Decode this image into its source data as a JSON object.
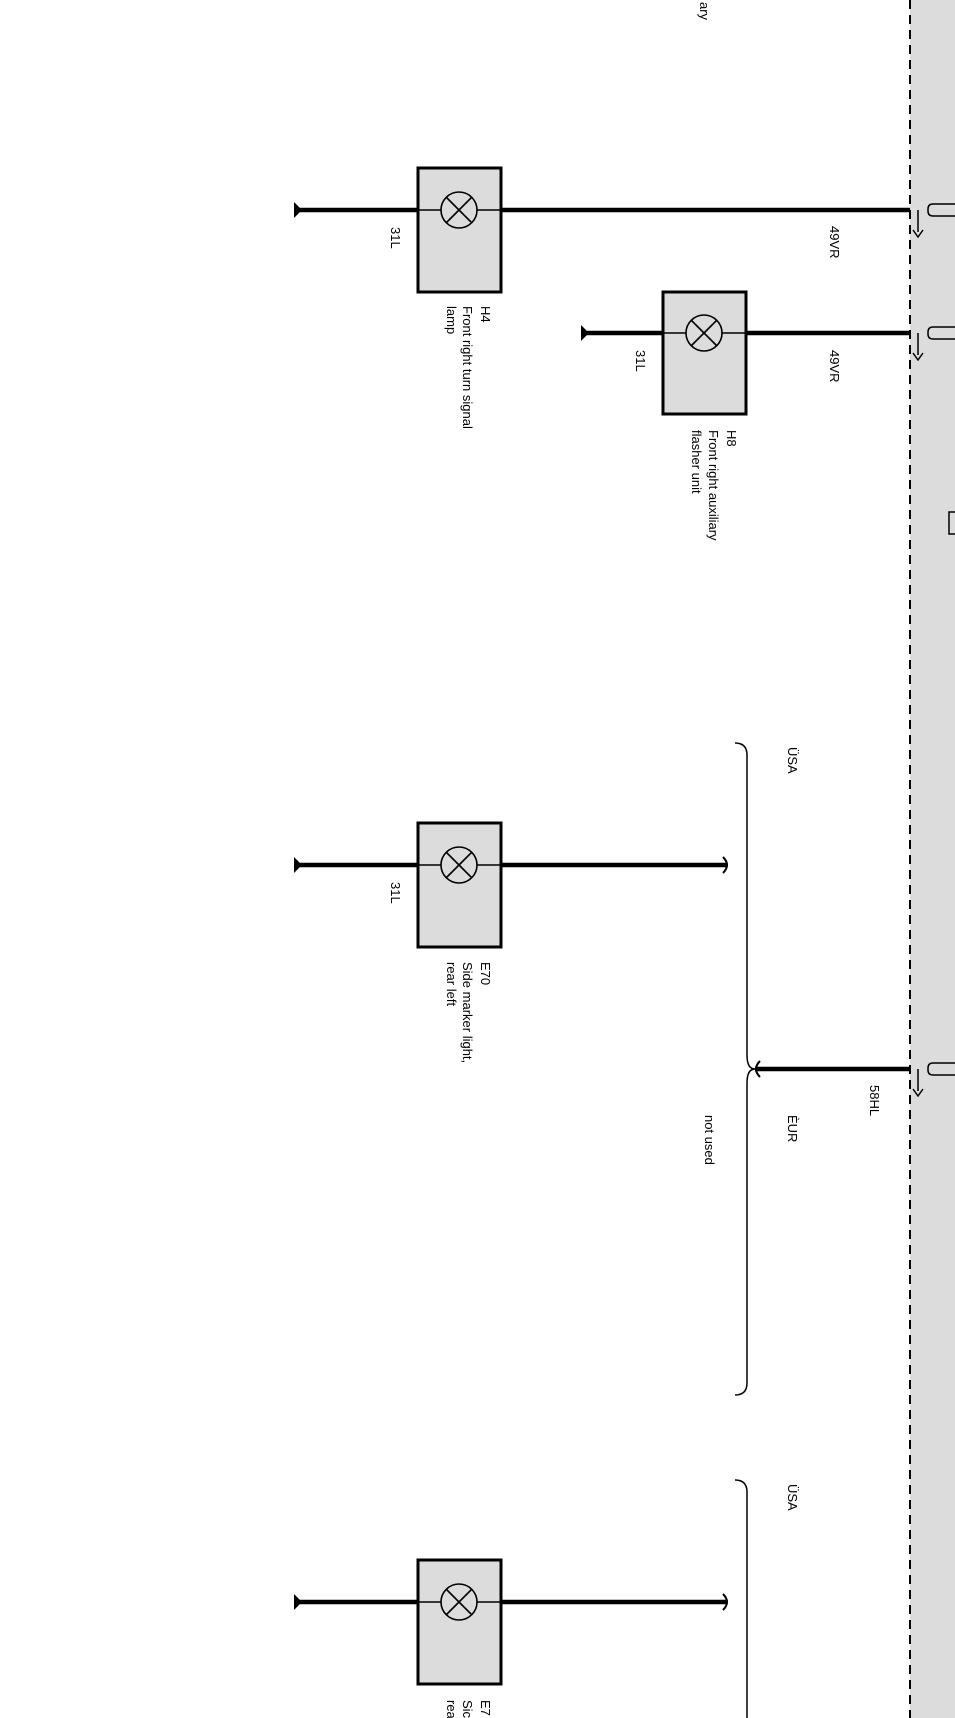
{
  "edge_text": "ary",
  "components": [
    {
      "id": "H4",
      "name": "H4",
      "desc_line1": "Front right turn signal",
      "desc_line2": "lamp",
      "ground": "31L",
      "supply": "49VR"
    },
    {
      "id": "H8",
      "name": "H8",
      "desc_line1": "Front right auxiliary",
      "desc_line2": "flasher unit",
      "ground": "31L",
      "supply": "49VR"
    },
    {
      "id": "E70",
      "name": "E70",
      "desc_line1": "Side marker light,",
      "desc_line2": "rear left",
      "ground": "31L"
    },
    {
      "id": "E7x",
      "name": "E7",
      "desc_line1": "Sic",
      "desc_line2": "rea"
    }
  ],
  "variants": {
    "usa_1": "ÜSA",
    "eur": "ÈUR",
    "not_used": "not used",
    "usa_2": "ÜSA"
  },
  "side_marker_wire": "58HL",
  "colors": {
    "component_fill": "#dcdcdc",
    "module_fill": "#dcdcdc",
    "line": "#000000"
  }
}
